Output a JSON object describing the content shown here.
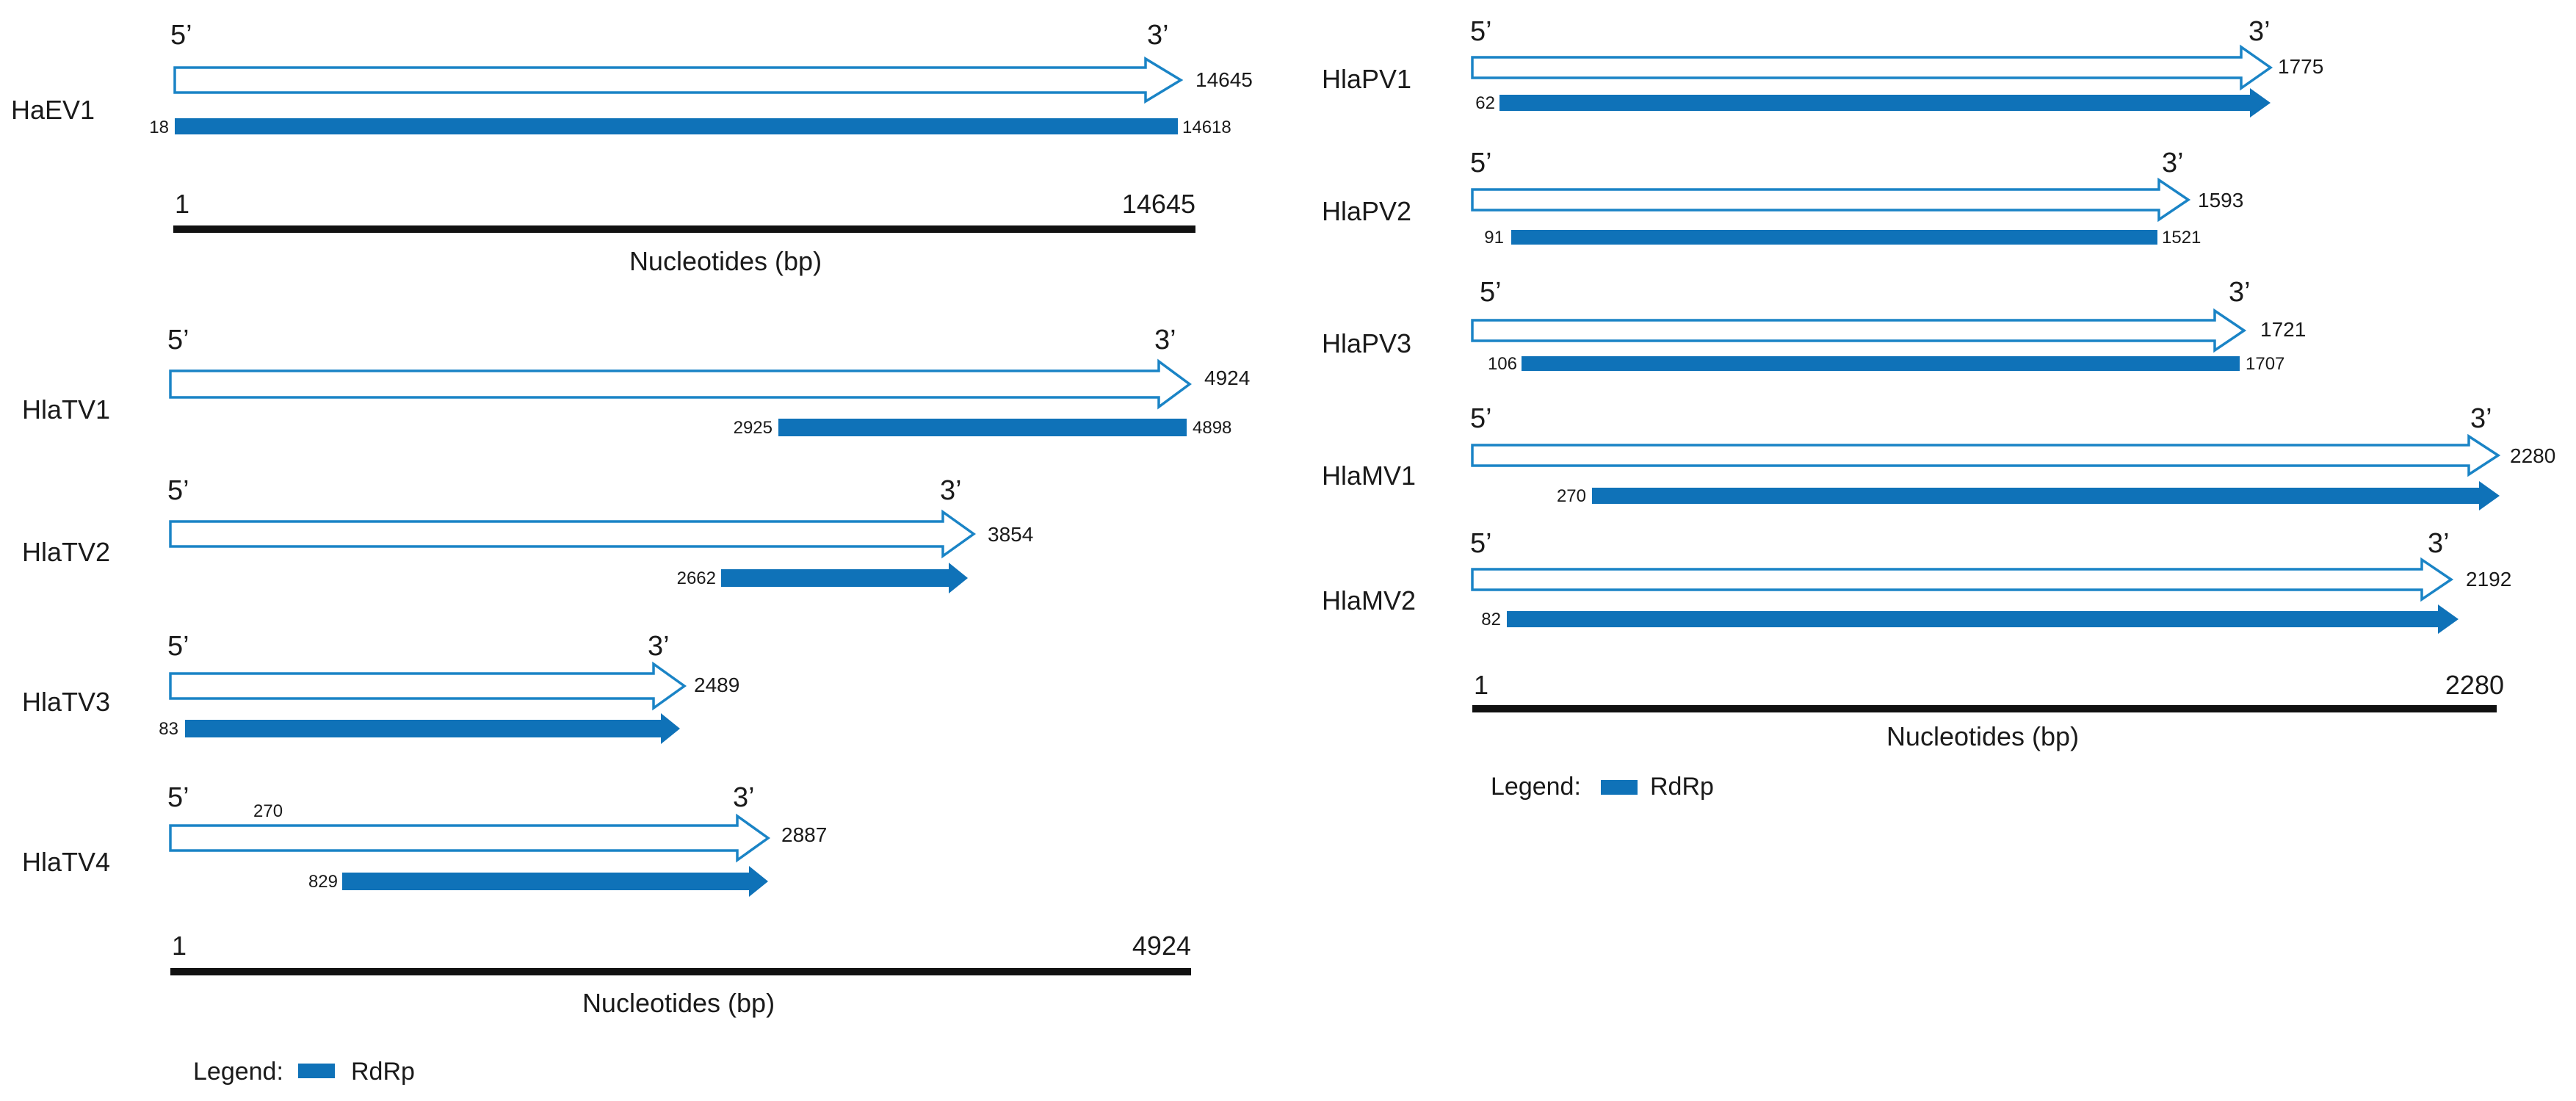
{
  "colors": {
    "rdrp": "#0f72b8",
    "outline": "#1a84c6",
    "axis": "#111111",
    "text": "#1a1a1a"
  },
  "strand_labels": {
    "five": "5’",
    "three": "3’"
  },
  "left_panels": [
    {
      "axis": {
        "start_label": "1",
        "end_label": "14645",
        "title": "Nucleotides (bp)"
      },
      "genomes": [
        {
          "name": "HaEV1",
          "length": "14645",
          "rdrp_start": "18",
          "rdrp_end": "14618",
          "rdrp_arrow": false
        }
      ]
    },
    {
      "axis": {
        "start_label": "1",
        "end_label": "4924",
        "title": "Nucleotides (bp)"
      },
      "genomes": [
        {
          "name": "HlaTV1",
          "length": "4924",
          "rdrp_start": "2925",
          "rdrp_end": "4898",
          "rdrp_arrow": false
        },
        {
          "name": "HlaTV2",
          "length": "3854",
          "rdrp_start": "2662",
          "rdrp_end": "",
          "rdrp_arrow": true
        },
        {
          "name": "HlaTV3",
          "length": "2489",
          "rdrp_start": "83",
          "rdrp_end": "",
          "rdrp_arrow": true
        },
        {
          "name": "HlaTV4",
          "length": "2887",
          "rdrp_start": "829",
          "rdrp_end": "",
          "rdrp_arrow": true,
          "note": "270"
        }
      ]
    }
  ],
  "right_panel": {
    "axis": {
      "start_label": "1",
      "end_label": "2280",
      "title": "Nucleotides (bp)"
    },
    "genomes": [
      {
        "name": "HlaPV1",
        "length": "1775",
        "rdrp_start": "62",
        "rdrp_end": "",
        "rdrp_arrow": true
      },
      {
        "name": "HlaPV2",
        "length": "1593",
        "rdrp_start": "91",
        "rdrp_end": "1521",
        "rdrp_arrow": false
      },
      {
        "name": "HlaPV3",
        "length": "1721",
        "rdrp_start": "106",
        "rdrp_end": "1707",
        "rdrp_arrow": false
      },
      {
        "name": "HlaMV1",
        "length": "2280",
        "rdrp_start": "270",
        "rdrp_end": "",
        "rdrp_arrow": true
      },
      {
        "name": "HlaMV2",
        "length": "2192",
        "rdrp_start": "82",
        "rdrp_end": "",
        "rdrp_arrow": true
      }
    ]
  },
  "legends": [
    {
      "label": "Legend:",
      "item": "RdRp"
    },
    {
      "label": "Legend:",
      "item": "RdRp"
    }
  ]
}
